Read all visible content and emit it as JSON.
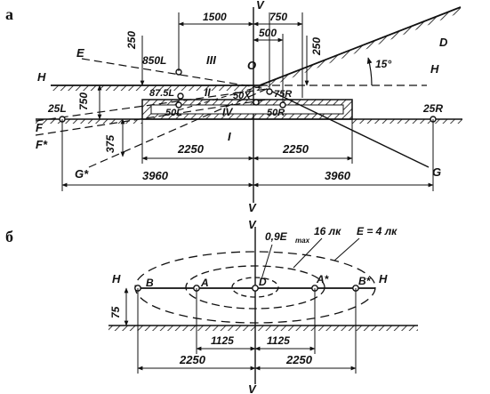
{
  "panels": {
    "a": "а",
    "b": "б"
  },
  "diagram_a": {
    "axis_v_top": "V",
    "axis_v_bottom": "V",
    "dims_top": [
      "1500",
      "750",
      "500",
      "250",
      "250"
    ],
    "dims_left": [
      "750",
      "375"
    ],
    "dims_bottom": [
      "2250",
      "2250",
      "3960",
      "3960"
    ],
    "points": [
      "850L",
      "87.5L",
      "50L",
      "50X",
      "75R",
      "50R",
      "25L",
      "25R"
    ],
    "zones": [
      "III",
      "II",
      "IV",
      "I"
    ],
    "lines": [
      "E",
      "H",
      "H",
      "D",
      "F",
      "F*",
      "G*",
      "G",
      "O"
    ],
    "angle": "15°"
  },
  "diagram_b": {
    "axis_v_top": "V",
    "axis_v_bottom": "V",
    "isolines": [
      "0,9E",
      "max",
      "16 лк",
      "E = 4 лк"
    ],
    "points": [
      "B",
      "A",
      "D",
      "A*",
      "B*"
    ],
    "lines": [
      "H",
      "H"
    ],
    "dims": [
      "75",
      "1125",
      "1125",
      "2250",
      "2250"
    ]
  }
}
